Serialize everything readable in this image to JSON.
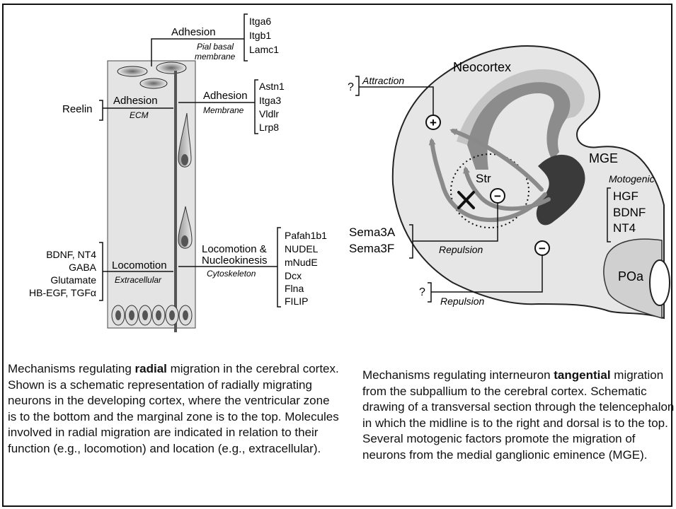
{
  "radial": {
    "adhesion_top": "Adhesion",
    "pial_line1": "Pial basal",
    "pial_line2": "membrane",
    "pial_genes": [
      "Itga6",
      "Itgb1",
      "Lamc1"
    ],
    "reelin": "Reelin",
    "adhesion_left": "Adhesion",
    "ecm": "ECM",
    "adhesion_right": "Adhesion",
    "membrane": "Membrane",
    "membrane_genes": [
      "Astn1",
      "Itga3",
      "Vldlr",
      "Lrp8"
    ],
    "left_factors": [
      "BDNF, NT4",
      "GABA",
      "Glutamate",
      "HB-EGF, TGFα"
    ],
    "locomotion": "Locomotion",
    "extracellular": "Extracellular",
    "loco_nucleo_line1": "Locomotion &",
    "loco_nucleo_line2": "Nucleokinesis",
    "cytoskeleton": "Cytoskeleton",
    "cyto_genes": [
      "Pafah1b1",
      "NUDEL",
      "mNudE",
      "Dcx",
      "Flna",
      "FILIP"
    ]
  },
  "tangential": {
    "q1": "?",
    "attraction": "Attraction",
    "neocortex": "Neocortex",
    "mge": "MGE",
    "motogenic": "Motogenic",
    "motogenic_factors": [
      "HGF",
      "BDNF",
      "NT4"
    ],
    "str": "Str",
    "sema": [
      "Sema3A",
      "Sema3F"
    ],
    "repulsion1": "Repulsion",
    "poa": "POa",
    "q2": "?",
    "repulsion2": "Repulsion",
    "plus_sign": "+",
    "minus_sign": "−"
  },
  "captions": {
    "left_pre": "Mechanisms regulating ",
    "left_bold": "radial",
    "left_post": " migration in the cerebral cortex. Shown is a  schematic representation of radially migrating neurons in the developing cortex, where the ventricular zone is to the bottom and the marginal zone is to the top. Molecules involved in radial migration are indicated in relation to their function (e.g., locomotion) and location (e.g., extracellular).",
    "right_pre": "Mechanisms regulating interneuron ",
    "right_bold": "tangential",
    "right_post": " migration from the subpallium to the cerebral cortex. Schematic drawing of a transversal section through the telencephalon in which the midline is to the right and dorsal is to the top. Several motogenic factors promote the migration of neurons from the medial ganglionic eminence (MGE)."
  },
  "colors": {
    "panel_fill": "#e4e4e4",
    "arrow_gray": "#8a8a8a",
    "dark_band": "#3a3a3a",
    "mid_band": "#8c8c8c",
    "light_band": "#c4c4c4"
  }
}
